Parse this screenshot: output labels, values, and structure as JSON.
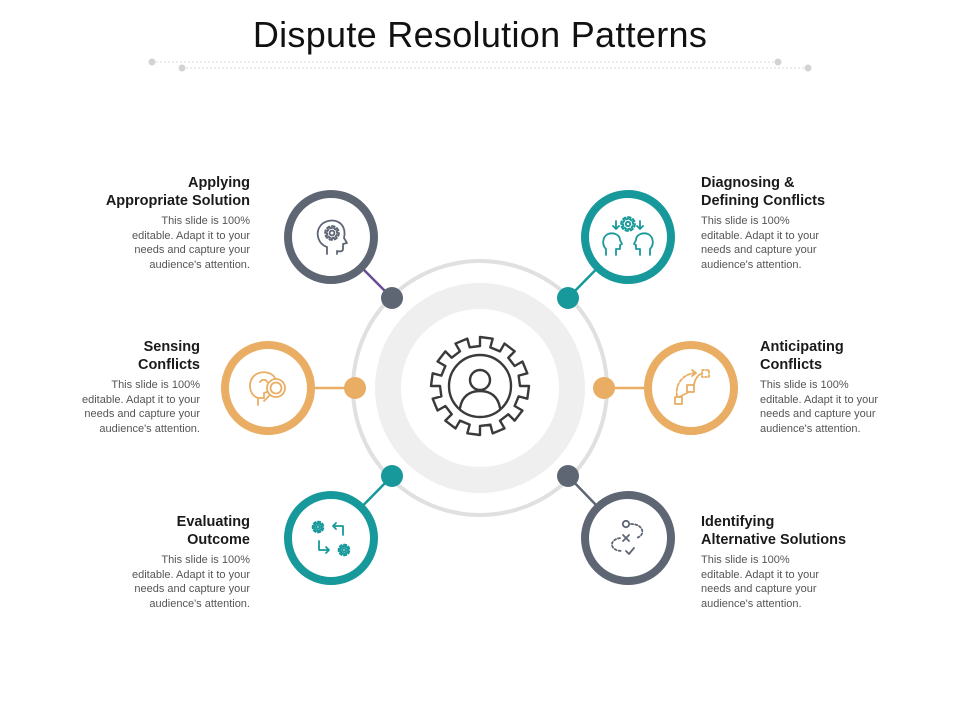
{
  "title": "Dispute Resolution Patterns",
  "colors": {
    "gray": "#5e6573",
    "teal": "#17999c",
    "orange": "#e9ad63",
    "purple": "#6a4c93",
    "ring": "#dcdcdc",
    "ring_light": "#efefef"
  },
  "center": {
    "icon": "gear-user-icon"
  },
  "items": [
    {
      "id": "applying",
      "heading": "Applying\nAppropriate Solution",
      "body": "This slide is 100%\neditable. Adapt it to your\nneeds and capture your\naudience's attention.",
      "color": "gray",
      "icon": "head-gear-icon"
    },
    {
      "id": "diagnosing",
      "heading": "Diagnosing &\nDefining Conflicts",
      "body": "This slide is 100%\neditable. Adapt it to your\nneeds and capture your\naudience's attention.",
      "color": "teal",
      "icon": "two-heads-gear-icon"
    },
    {
      "id": "sensing",
      "heading": "Sensing\nConflicts",
      "body": "This slide is 100%\neditable. Adapt it to your\nneeds and capture your\naudience's attention.",
      "color": "orange",
      "icon": "head-magnifier-icon"
    },
    {
      "id": "anticipating",
      "heading": "Anticipating\nConflicts",
      "body": "This slide is 100%\neditable. Adapt it to your\nneeds and capture your\naudience's attention.",
      "color": "orange",
      "icon": "path-nodes-icon"
    },
    {
      "id": "evaluating",
      "heading": "Evaluating\nOutcome",
      "body": "This slide is 100%\neditable. Adapt it to your\nneeds and capture your\naudience's attention.",
      "color": "teal",
      "icon": "gears-arrows-icon"
    },
    {
      "id": "identifying",
      "heading": "Identifying\nAlternative Solutions",
      "body": "This slide is 100%\neditable. Adapt it to your\nneeds and capture your\naudience's attention.",
      "color": "gray",
      "icon": "options-path-icon"
    }
  ]
}
